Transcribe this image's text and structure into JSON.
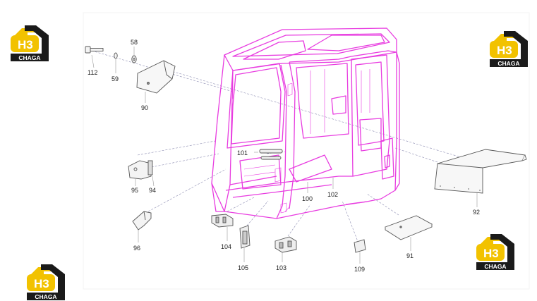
{
  "logo": {
    "mark": "H3",
    "word": "CHAGA",
    "colors": {
      "yellow": "#f2c200",
      "dark": "#1a1a1a",
      "white": "#ffffff"
    }
  },
  "colors": {
    "cab_line": "#e83ce0",
    "part_line": "#555555",
    "leader": "#8a8ab0",
    "background": "#ffffff"
  },
  "part_labels": {
    "p112": "112",
    "p59": "59",
    "p58": "58",
    "p90": "90",
    "p101": "101",
    "p95": "95",
    "p94": "94",
    "p96": "96",
    "p100": "100",
    "p102": "102",
    "p104": "104",
    "p105": "105",
    "p103": "103",
    "p109": "109",
    "p91": "91",
    "p92": "92"
  }
}
